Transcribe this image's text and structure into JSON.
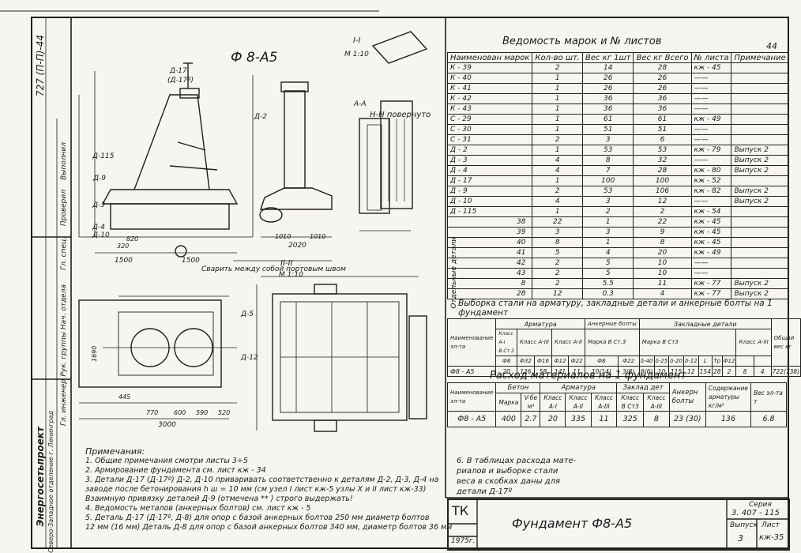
{
  "drawing": {
    "title": "Ф 8-А5",
    "view_labels": {
      "section_1_1": "I-I",
      "scale_1_10": "M 1:10",
      "section_ii": "II-II",
      "section_aa": "A-A",
      "section_nn": "Н-Н повернуто",
      "callout_weld": "Сварить между собой портовым швом",
      "scale_1_10b": "M 1:10"
    },
    "plan_dims": [
      "1500",
      "1500",
      "3000",
      "445",
      "320",
      "770",
      "600",
      "590",
      "520",
      "1690",
      "820",
      "2020",
      "1010",
      "1010"
    ],
    "part_labels": [
      "Д-17",
      "(Д-17º)",
      "Д-2",
      "Д-9",
      "Д-115",
      "Д-3",
      "Д-4",
      "Д-10",
      "Д-5",
      "Д-12"
    ]
  },
  "stamp": {
    "left_strip": "727 (П-П)-44",
    "org_name": "Энергосетьпроект",
    "org_sub": "Северо-Западное отделение г. Ленинград",
    "rows": [
      "Гл. инженер",
      "Рук. группы",
      "Нач. отдела",
      "Гл. спец.",
      "Проверил",
      "Выполнил"
    ]
  },
  "parts_list": {
    "title": "Ведомость марок и № листов",
    "page_num": "44",
    "columns": [
      "Наименован марок",
      "Кол-во шт.",
      "Вес кг 1шт",
      "Вес кг Всего",
      "№ листа",
      "Примечание"
    ],
    "rows": [
      [
        "К - 39",
        "2",
        "14",
        "28",
        "кж - 45",
        ""
      ],
      [
        "К - 40",
        "1",
        "26",
        "26",
        "——",
        ""
      ],
      [
        "К - 41",
        "1",
        "26",
        "26",
        "——",
        ""
      ],
      [
        "К - 42",
        "1",
        "36",
        "36",
        "——",
        ""
      ],
      [
        "К - 43",
        "1",
        "36",
        "36",
        "——",
        ""
      ],
      [
        "С - 29",
        "1",
        "61",
        "61",
        "кж - 49",
        ""
      ],
      [
        "С - 30",
        "1",
        "51",
        "51",
        "——",
        ""
      ],
      [
        "С - 31",
        "2",
        "3",
        "6",
        "——",
        ""
      ],
      [
        "Д - 2",
        "1",
        "53",
        "53",
        "кж - 79",
        "Выпуск 2"
      ],
      [
        "Д - 3",
        "4",
        "8",
        "32",
        "——",
        "Выпуск 2"
      ],
      [
        "Д - 4",
        "4",
        "7",
        "28",
        "кж - 80",
        "Выпуск 2"
      ],
      [
        "Д - 17",
        "1",
        "100",
        "100",
        "кж - 52",
        ""
      ],
      [
        "Д - 9",
        "2",
        "53",
        "106",
        "кж - 82",
        "Выпуск 2"
      ],
      [
        "Д - 10",
        "4",
        "3",
        "12",
        "——",
        "Выпуск 2"
      ],
      [
        "Д - 115",
        "1",
        "2",
        "2",
        "кж - 54",
        ""
      ]
    ],
    "separate_label": "Отдельные детали",
    "separate_rows": [
      [
        "38",
        "22",
        "1",
        "22",
        "кж - 45",
        ""
      ],
      [
        "39",
        "3",
        "3",
        "9",
        "кж - 45",
        ""
      ],
      [
        "40",
        "8",
        "1",
        "8",
        "кж - 45",
        ""
      ],
      [
        "41",
        "5",
        "4",
        "20",
        "кж - 49",
        ""
      ],
      [
        "42",
        "2",
        "5",
        "10",
        "——",
        ""
      ],
      [
        "43",
        "2",
        "5",
        "10",
        "——",
        ""
      ],
      [
        "8",
        "2",
        "5.5",
        "11",
        "кж - 77",
        "Выпуск 2"
      ],
      [
        "28",
        "12",
        "0.3",
        "4",
        "кж - 77",
        "Выпуск 2"
      ]
    ]
  },
  "steel_sample": {
    "title": "Выборка стали на арматуру, закладные детали и анкерные болты на 1 фундамент",
    "head_armatura": "Арматура",
    "head_anchor": "Анкерные болты",
    "head_embedded": "Закладные детали",
    "sub": [
      "Класс А-I В.Ст.3",
      "Класс А-III",
      "Класс А-II",
      "Марка В Ст.3",
      "Марка В Ст3",
      "Класс А-III",
      "Общий вес кг"
    ],
    "cells": [
      "Ф8",
      "Ф32",
      "Ф16",
      "Ф12",
      "Ф22",
      "Ф8",
      "Ф22",
      "δ-40",
      "δ-25",
      "δ-20",
      "δ-12",
      "L",
      "Тр",
      "Ф12"
    ],
    "row_name": "Ф8 - А5",
    "row_vals": [
      "20",
      "126",
      "58",
      "141",
      "11",
      "10(14)",
      "3(8)",
      "8(6)",
      "10",
      "115",
      "12",
      "154",
      "28",
      "2",
      "8",
      "4",
      "722(738)"
    ]
  },
  "materials": {
    "title": "Расход материалов на 1 фундамент",
    "head_name": "Наименование эл-та",
    "head_concrete": "Бетон",
    "head_arm": "Арматура",
    "head_emb": "Заклад дет",
    "head_anchor": "Анкерн болты",
    "head_content": "Содержание арматуры кг/м³",
    "head_weight": "Вес эл-та т",
    "sub": [
      "Марка",
      "V-бе м³",
      "Класс А-I",
      "Класс А-II",
      "Класс А-III",
      "Класс В Ст3",
      "Класс А-III"
    ],
    "row": [
      "Ф8 - А5",
      "400",
      "2.7",
      "20",
      "335",
      "11",
      "325",
      "8",
      "23 (30)",
      "136",
      "6.8"
    ]
  },
  "notes": {
    "title": "Примечания:",
    "items": [
      "1. Общие примечания смотри листы 3÷5",
      "2. Армирование фундамента см. лист кж - 34",
      "3. Детали Д-17 (Д-17º) Д-2, Д-10 приваривать соответственно к деталям Д-2, Д-3, Д-4 на",
      "   заводе после бетонирования h ш = 10 мм (см узел I лист кж-5 узлы X и II лист кж-33)",
      "   Взаимную привязку деталей Д-9 (отмечена ** ) строго выдержать!",
      "4. Ведомость металов (анкерных болтов) см. лист кж - 5",
      "5. Деталь Д-17 (Д-17º, Д-8) для опор с базой анкерных болтов 250 мм диаметр болтов",
      "   12 мм (16 мм) Деталь Д-8 для опор с базой анкерных болтов 340 мм, диаметр болтов 36 мм"
    ],
    "note6": [
      "6. В таблицах расхода мате-",
      "риалов и выборке стали",
      "веса в скобках даны для",
      "детали Д-17º"
    ]
  },
  "title_block": {
    "code": "ТК",
    "year": "1975г.",
    "name": "Фундамент Ф8-А5",
    "series_label": "Серия",
    "series": "3. 407 - 115",
    "issue_label": "Выпуск",
    "issue": "3",
    "sheet_label": "Лист",
    "sheet": "кж-35"
  }
}
